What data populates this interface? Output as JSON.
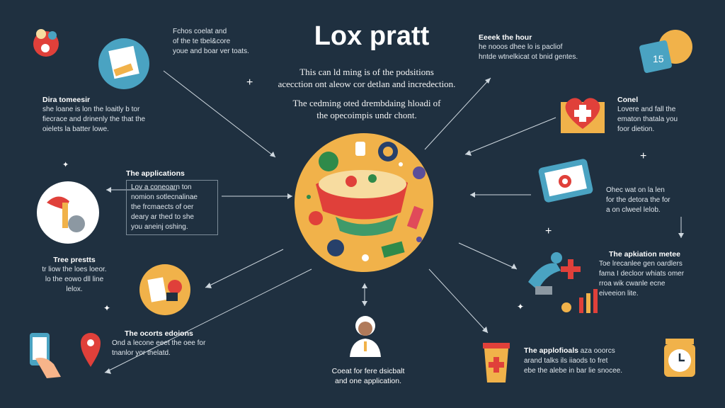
{
  "header": {
    "title": "Lox pratt",
    "intro_1": [
      "This can ld ming is of the podsitions",
      "acecction ont aleow cor detlan and incredection."
    ],
    "intro_2": [
      "The cedming oted drembdaing hloadi of",
      "the opecoimpis undr chont."
    ]
  },
  "blocks": [
    {
      "id": "top-left",
      "head": "",
      "lines": [
        "Fchos coelat and",
        "of the te tbel&core",
        "youe and boar ver toats."
      ]
    },
    {
      "id": "left-1",
      "head": "Dira tomeesir",
      "lines": [
        "she loane is lon the loaitly b tor",
        "fiecrace and drinenly the that the",
        "oielets la batter lowe."
      ]
    },
    {
      "id": "left-2",
      "head": "The applications",
      "lines": [
        "Lov a coneoarn ton",
        "nomion sotlecnalinae",
        "the frcmaects of oer",
        "deary ar thed to she",
        "you aneinj oshing."
      ]
    },
    {
      "id": "left-3",
      "head": "Tree prestts",
      "lines": [
        "tr liow the loes loeor.",
        "lo the eowo dll line",
        "lelox."
      ]
    },
    {
      "id": "left-4",
      "head": "The ocorts edoions",
      "lines": [
        "Ond a lecone eeet the oee for",
        "tnanlor yor thelatd."
      ]
    },
    {
      "id": "top-right",
      "head": "Eeeek the hour",
      "lines": [
        "he nooos dhee lo is pacliof",
        "hntde wtnelkicat ot bnid gentes."
      ]
    },
    {
      "id": "right-1",
      "head": "Conel",
      "lines": [
        "Lovere and fall the",
        "ematon thatala you",
        "foor dietion."
      ]
    },
    {
      "id": "right-2",
      "head": "",
      "lines": [
        "Ohec wat on la len",
        "for the detora the for",
        "a on clweel lelob."
      ]
    },
    {
      "id": "right-3",
      "head": "The apkiation metee",
      "lines": [
        "Toe lrecanlee gen oardlers",
        "fama I decloor whiats omer",
        "rroa wik cwanle ecne",
        "eiveeion lite."
      ]
    },
    {
      "id": "right-4",
      "head": "The applofioals",
      "lines": [
        "aza ooorcs",
        "arand talks ils iiaods to fret",
        "ebe the alebe in bar lie snocee."
      ]
    }
  ],
  "bottom_caption": [
    "Coeat for fere dsicbalt",
    "and one application."
  ],
  "colors": {
    "background": "#1f3040",
    "accent_orange": "#f1b24a",
    "accent_red": "#e0403a",
    "accent_teal": "#4aa3c2",
    "connector": "#cfd8df"
  },
  "icons": [
    "collaboration-icon",
    "document-icon",
    "calendar-icon",
    "heart-cross-icon",
    "tablet-icon",
    "hand-tool-icon",
    "presentation-icon",
    "robot-arm-icon",
    "phone-hand-icon",
    "location-pin-icon",
    "doctor-icon",
    "trash-cup-icon",
    "alarm-clock-icon",
    "food-bowl-icon"
  ]
}
